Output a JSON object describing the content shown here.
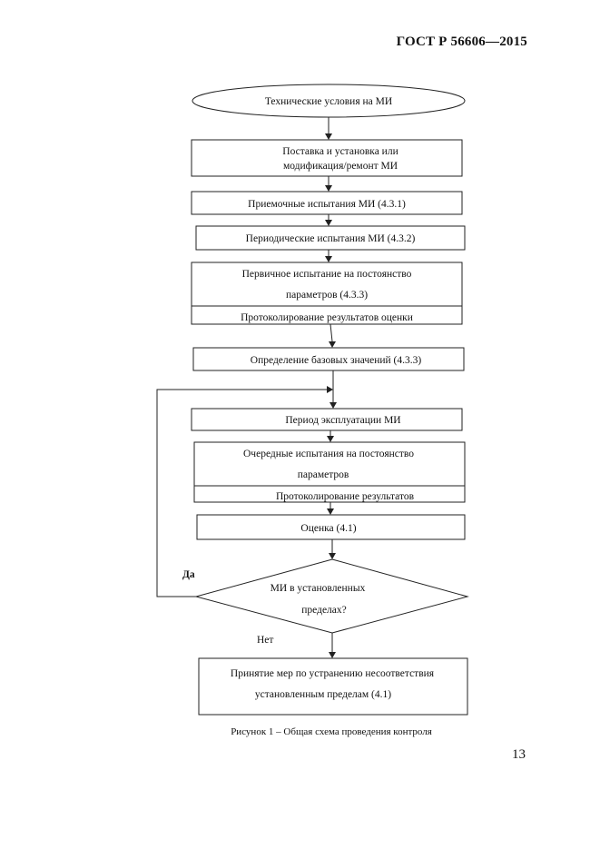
{
  "header": {
    "title": "ГОСТ Р 56606—2015"
  },
  "flowchart": {
    "start": "Технические условия на МИ",
    "supply_line1": "Поставка и установка или",
    "supply_line2": "модификация/ремонт МИ",
    "acceptance": "Приемочные испытания МИ (4.3.1)",
    "periodic": "Периодические испытания МИ (4.3.2)",
    "initial_line1": "Первичное испытание на постоянство",
    "initial_line2": "параметров (4.3.3)",
    "initial_protocol": "Протоколирование результатов оценки",
    "baseline": "Определение базовых значений (4.3.3)",
    "operation": "Период эксплуатации МИ",
    "routine_line1": "Очередные испытания на постоянство",
    "routine_line2": "параметров",
    "routine_protocol": "Протоколирование результатов",
    "evaluation": "Оценка (4.1)",
    "decision_line1": "МИ в установленных",
    "decision_line2": "пределах?",
    "yes_label": "Да",
    "no_label": "Нет",
    "action_line1": "Принятие мер по устранению несоответствия",
    "action_line2": "установленным пределам (4.1)"
  },
  "caption": "Рисунок 1 – Общая схема проведения контроля",
  "page_number": "13"
}
